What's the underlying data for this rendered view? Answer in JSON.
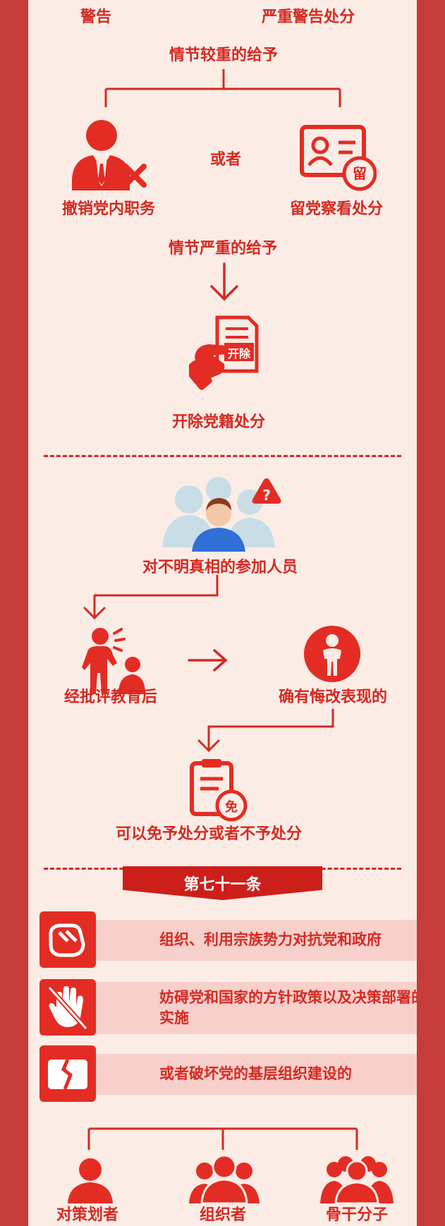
{
  "section_top": {
    "col_left_label": "警告",
    "col_right_label": "严重警告处分",
    "heavier_label": "情节较重的给予",
    "or_label": "或者",
    "opt1_label": "撤销党内职务",
    "opt2_label": "留党察看处分",
    "opt2_badge": "留",
    "serious_label": "情节严重的给予",
    "expel_label": "开除党籍处分",
    "expel_badge": "开除"
  },
  "section_middle": {
    "unaware_label": "对不明真相的参加人员",
    "educated_label": "经批评教育后",
    "repent_label": "确有悔改表现的",
    "exempt_label": "可以免予处分或者不予处分",
    "exempt_badge": "免",
    "alert_mark": "?"
  },
  "article": {
    "title": "第七十一条",
    "items": [
      {
        "text": "组织、利用宗族势力对抗党和政府"
      },
      {
        "text": "妨碍党和国家的方针政策以及决策部署的实施"
      },
      {
        "text": "或者破坏党的基层组织建设的"
      }
    ],
    "roles": [
      "对策划者",
      "组织者",
      "骨干分子"
    ]
  },
  "colors": {
    "outer_red": "#c73b3a",
    "panel_bg": "#fbece6",
    "accent_red": "#d42a22",
    "card_bg": "#f7cfcb"
  }
}
